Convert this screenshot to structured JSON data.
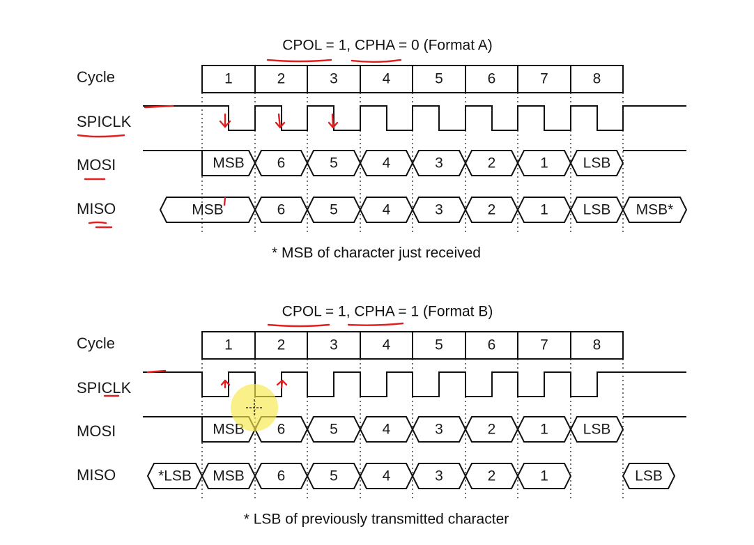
{
  "timing_diagrams": [
    {
      "title": "CPOL = 1, CPHA = 0 (Format A)",
      "row_labels": {
        "cycle": "Cycle",
        "clock": "SPICLK",
        "mosi": "MOSI",
        "miso": "MISO"
      },
      "cycles": [
        "1",
        "2",
        "3",
        "4",
        "5",
        "6",
        "7",
        "8"
      ],
      "mosi_bits": [
        "MSB",
        "6",
        "5",
        "4",
        "3",
        "2",
        "1",
        "LSB"
      ],
      "miso_bits": [
        "MSB",
        "6",
        "5",
        "4",
        "3",
        "2",
        "1",
        "LSB",
        "MSB*"
      ],
      "footnote": "* MSB of character just received"
    },
    {
      "title": "CPOL = 1, CPHA = 1 (Format B)",
      "row_labels": {
        "cycle": "Cycle",
        "clock": "SPICLK",
        "mosi": "MOSI",
        "miso": "MISO"
      },
      "cycles": [
        "1",
        "2",
        "3",
        "4",
        "5",
        "6",
        "7",
        "8"
      ],
      "mosi_bits": [
        "MSB",
        "6",
        "5",
        "4",
        "3",
        "2",
        "1",
        "LSB"
      ],
      "miso_bits": [
        "*LSB",
        "MSB",
        "6",
        "5",
        "4",
        "3",
        "2",
        "1",
        "LSB"
      ],
      "footnote": "* LSB of previously transmitted character"
    }
  ],
  "colors": {
    "annotation": "#e02020",
    "cursor_highlight": "#f7e84a",
    "ink": "#111111"
  }
}
